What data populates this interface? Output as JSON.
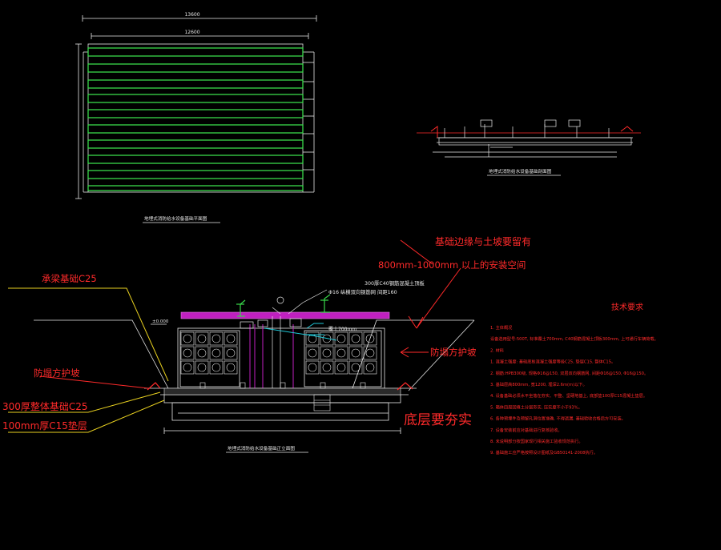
{
  "colors": {
    "background": "#000000",
    "line_white": "#e8e8e8",
    "line_green": "#39d94a",
    "annotation_red": "#ff2a2a",
    "callout_yellow": "#e8d020",
    "slab_magenta": "#c020c0",
    "pipe_cyan": "#20c8d8"
  },
  "plan_view": {
    "caption": "地埋式消防给水设备基础平面图",
    "overall_dim": "13600",
    "inner_dim": "12600"
  },
  "section_small": {
    "caption": "地埋式消防给水设备基础剖面图"
  },
  "section_main": {
    "caption": "地埋式消防给水设备基础正立面图",
    "label_top_red": "基础边缘与土坡要留有",
    "label_space_red": "800mm-1000mm 以上的安装空间",
    "label_slab_white_1": "300厚C40钢筋混凝土顶板",
    "label_slab_white_2": "Φ16 纵横双向钢筋网 间距160",
    "label_beam": "承梁基础C25",
    "label_slope_left": "防塌方护坡",
    "label_slope_right": "防塌方护坡",
    "label_base": "300厚整体基础C25",
    "label_cushion": "100mm厚C15垫层",
    "label_bottom": "底层要夯实",
    "level_mark": "±0.000",
    "cover_mark": "覆土700mm"
  },
  "tech_requirements": {
    "title": "技术要求",
    "lines": [
      "1. 主体概况",
      "   设备选用型号:500T, 标准覆土700mm, C40钢筋混凝土顶板300mm, 上可通行车辆荷载。",
      "2. 材料",
      "1. 混凝土强度: 基础底板混凝土强度等级C25, 垫层C15, 整体C15。",
      "2. 钢筋:HPB300级, 规格Φ16@150, 双层双向钢筋网, 间距Φ16@150, Φ16@150。",
      "3. 基础层高800mm, 宽1200, 埋深2.6m(m)以下。",
      "4. 设备基础必须水平坐落在夯实、平整、坚硬地基上, 底部垫100厚C15混凝土垫层。",
      "5. 箱体四周回填土分层夯实, 压实度不小于93%。",
      "6. 各种预埋件及预留孔洞位置准确, 不得遗漏, 基础验收合格后方可安装。",
      "7. 设备安装前应对基础进行复核验收。",
      "8. 未说明部分按国家现行相关施工验收规范执行。",
      "9. 基础施工应严格按照设计图纸及GB50141-2008执行。"
    ]
  }
}
